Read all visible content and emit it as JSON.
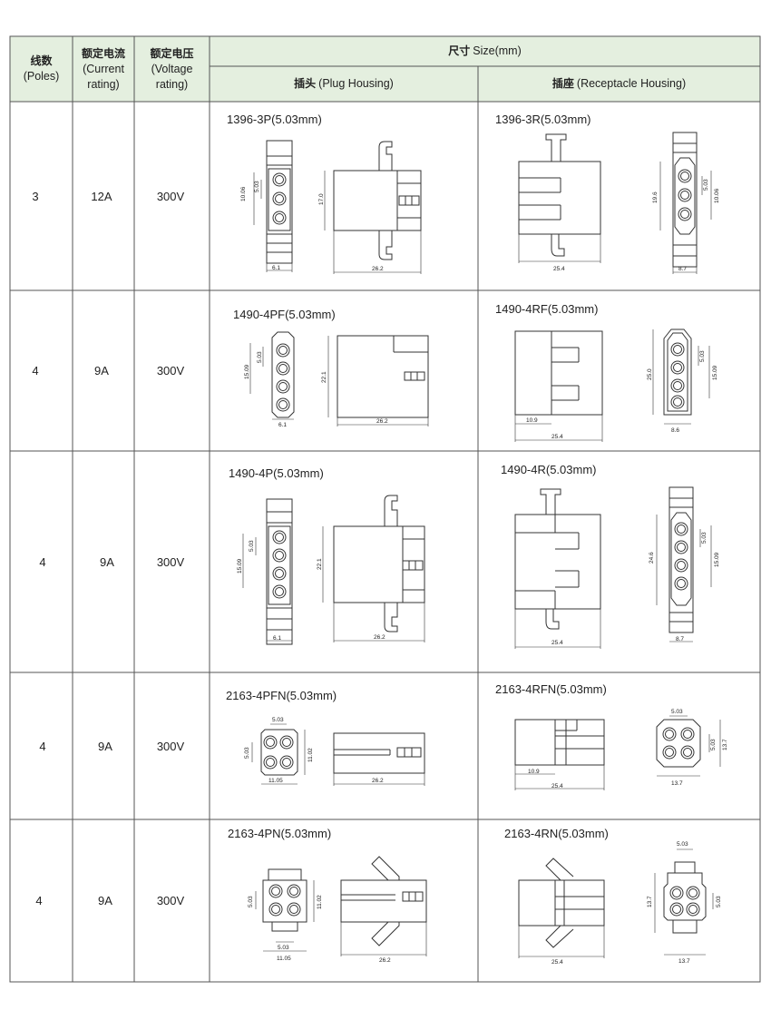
{
  "header": {
    "poles_zh": "线数",
    "poles_en": "(Poles)",
    "current_zh": "额定电流",
    "current_en_1": "(Current",
    "current_en_2": "rating)",
    "voltage_zh": "额定电压",
    "voltage_en_1": "(Voltage",
    "voltage_en_2": "rating)",
    "size_zh": "尺寸",
    "size_en": "Size(mm)",
    "plug_zh": "插头",
    "plug_en": "(Plug Housing)",
    "receptacle_zh": "插座",
    "receptacle_en": "(Receptacle Housing)"
  },
  "rows": [
    {
      "poles": "3",
      "current": "12A",
      "voltage": "300V",
      "plug": {
        "model": "1396-3P(5.03mm)",
        "dims": [
          "10.06",
          "5.03",
          "6.1",
          "17.0",
          "26.2"
        ]
      },
      "receptacle": {
        "model": "1396-3R(5.03mm)",
        "dims": [
          "25.4",
          "19.6",
          "5.03",
          "10.06",
          "8.7"
        ]
      }
    },
    {
      "poles": "4",
      "current": "9A",
      "voltage": "300V",
      "plug": {
        "model": "1490-4PF(5.03mm)",
        "dims": [
          "15.09",
          "5.03",
          "6.1",
          "22.1",
          "26.2"
        ]
      },
      "receptacle": {
        "model": "1490-4RF(5.03mm)",
        "dims": [
          "10.9",
          "25.4",
          "25.0",
          "5.03",
          "15.09",
          "8.6"
        ]
      }
    },
    {
      "poles": "4",
      "current": "9A",
      "voltage": "300V",
      "plug": {
        "model": "1490-4P(5.03mm)",
        "dims": [
          "15.09",
          "5.03",
          "6.1",
          "22.1",
          "26.2"
        ]
      },
      "receptacle": {
        "model": "1490-4R(5.03mm)",
        "dims": [
          "25.4",
          "24.6",
          "5.03",
          "15.09",
          "8.7"
        ]
      }
    },
    {
      "poles": "4",
      "current": "9A",
      "voltage": "300V",
      "plug": {
        "model": "2163-4PFN(5.03mm)",
        "dims": [
          "5.03",
          "5.03",
          "11.05",
          "11.02",
          "26.2"
        ]
      },
      "receptacle": {
        "model": "2163-4RFN(5.03mm)",
        "dims": [
          "10.9",
          "25.4",
          "5.03",
          "5.03",
          "13.7",
          "13.7"
        ]
      }
    },
    {
      "poles": "4",
      "current": "9A",
      "voltage": "300V",
      "plug": {
        "model": "2163-4PN(5.03mm)",
        "dims": [
          "5.03",
          "5.03",
          "11.05",
          "11.02",
          "26.2"
        ]
      },
      "receptacle": {
        "model": "2163-4RN(5.03mm)",
        "dims": [
          "25.4",
          "5.03",
          "13.7",
          "5.03",
          "13.7"
        ]
      }
    }
  ]
}
